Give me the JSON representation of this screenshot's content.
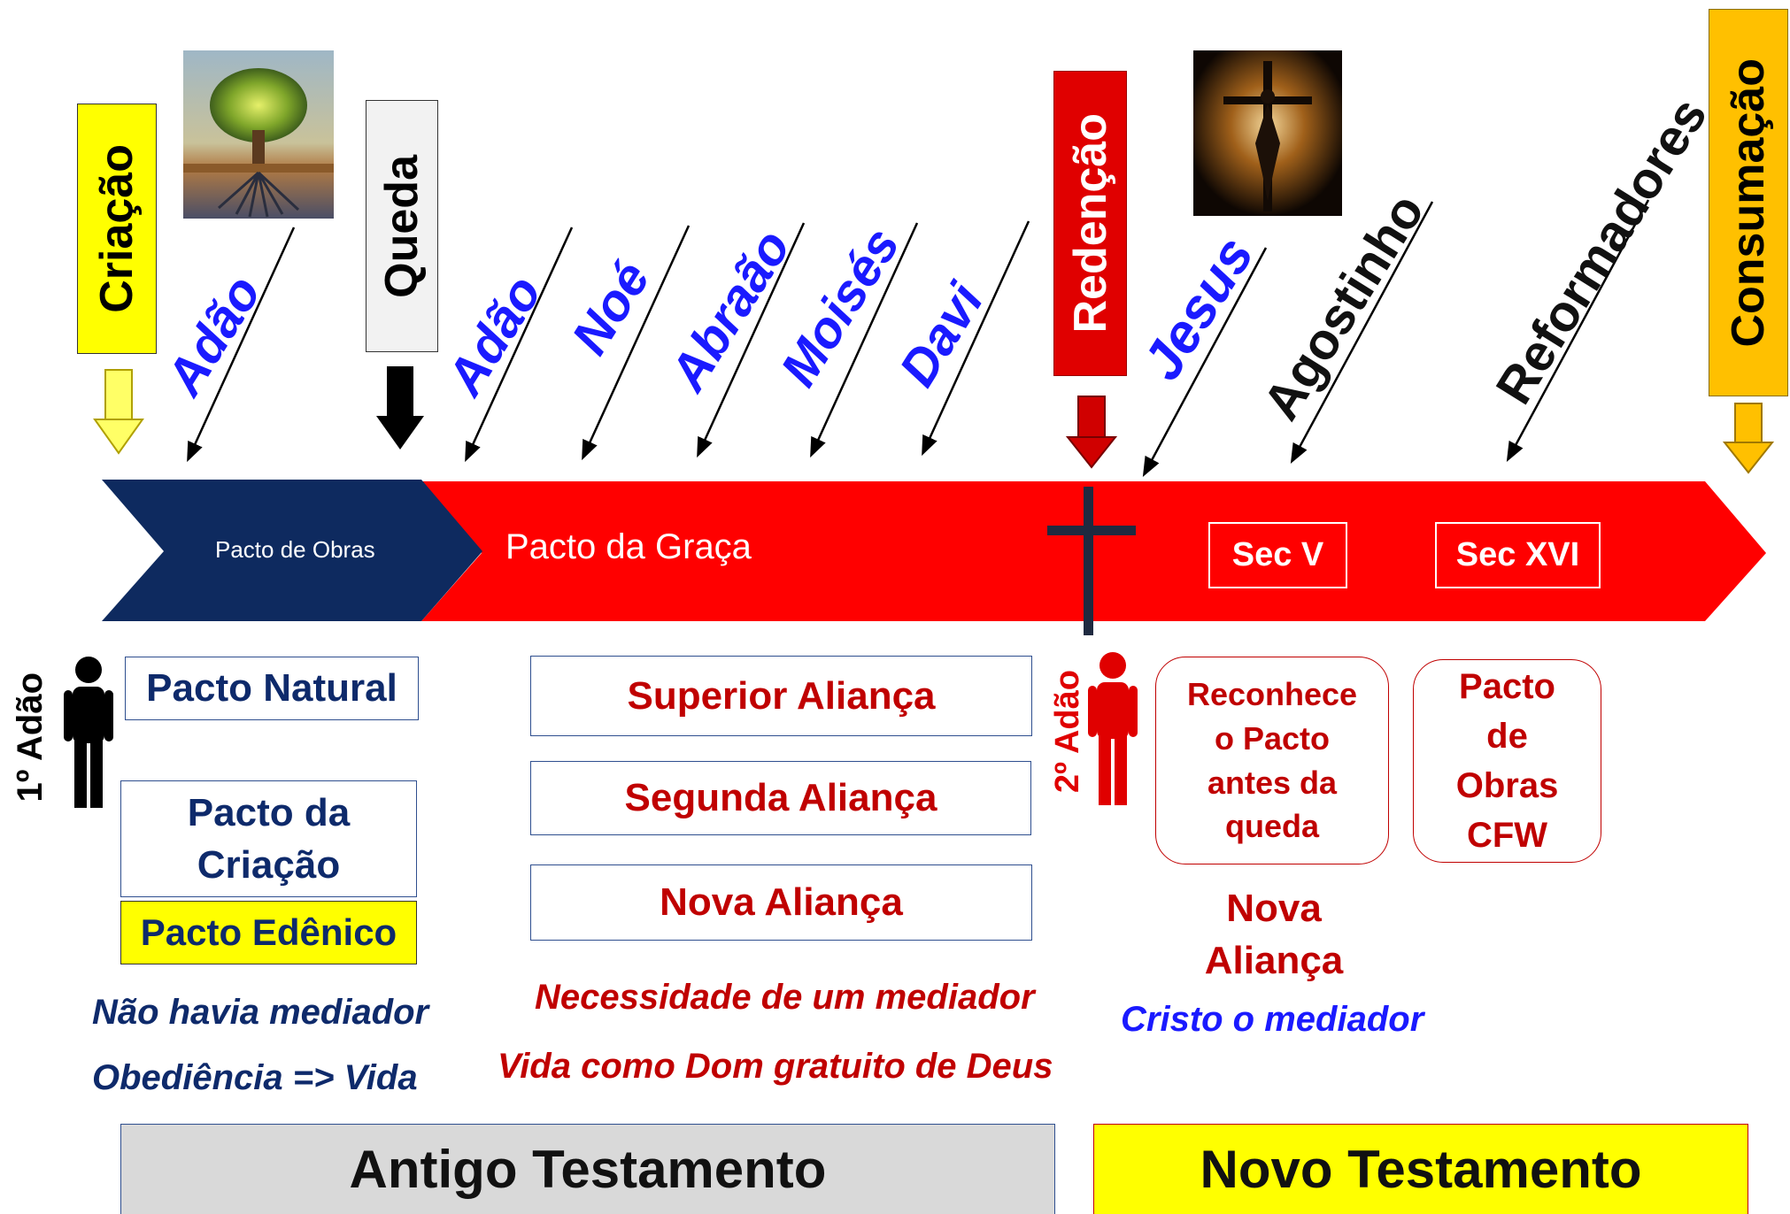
{
  "labels": {
    "criacao": "Criação",
    "queda": "Queda",
    "redencao": "Redenção",
    "consumacao": "Consumação"
  },
  "people": {
    "adao1": "Adão",
    "adao2": "Adão",
    "noe": "Noé",
    "abraao": "Abraão",
    "moises": "Moisés",
    "davi": "Davi",
    "jesus": "Jesus",
    "agostinho": "Agostinho",
    "reformadores": "Reformadores"
  },
  "timeline": {
    "pacto_obras": "Pacto de Obras",
    "pacto_graca": "Pacto da Graça",
    "sec_v": "Sec V",
    "sec_xvi": "Sec XVI"
  },
  "left": {
    "primeiro_adao": "1º Adão",
    "pacto_natural": "Pacto Natural",
    "pacto_criacao": "Pacto da Criação",
    "pacto_edenico": "Pacto Edênico",
    "note1": "Não havia mediador",
    "note2": "Obediência => Vida"
  },
  "middle": {
    "superior": "Superior Aliança",
    "segunda": "Segunda Aliança",
    "nova": "Nova Aliança",
    "note1": "Necessidade de um mediador",
    "note2": "Vida como Dom gratuito de Deus"
  },
  "right": {
    "segundo_adao": "2º Adão",
    "reconhece": "Reconhece o Pacto antes da queda",
    "pacto_cfw": "Pacto de Obras CFW",
    "nova_alianca": "Nova Aliança",
    "cristo": "Cristo o mediador"
  },
  "bottom": {
    "antigo": "Antigo Testamento",
    "novo": "Novo Testamento"
  },
  "colors": {
    "red": "#ff0000",
    "navy": "#0e2a5f",
    "yellow": "#ffff00",
    "gold": "#ffc000",
    "blue_text": "#1a1aff"
  }
}
